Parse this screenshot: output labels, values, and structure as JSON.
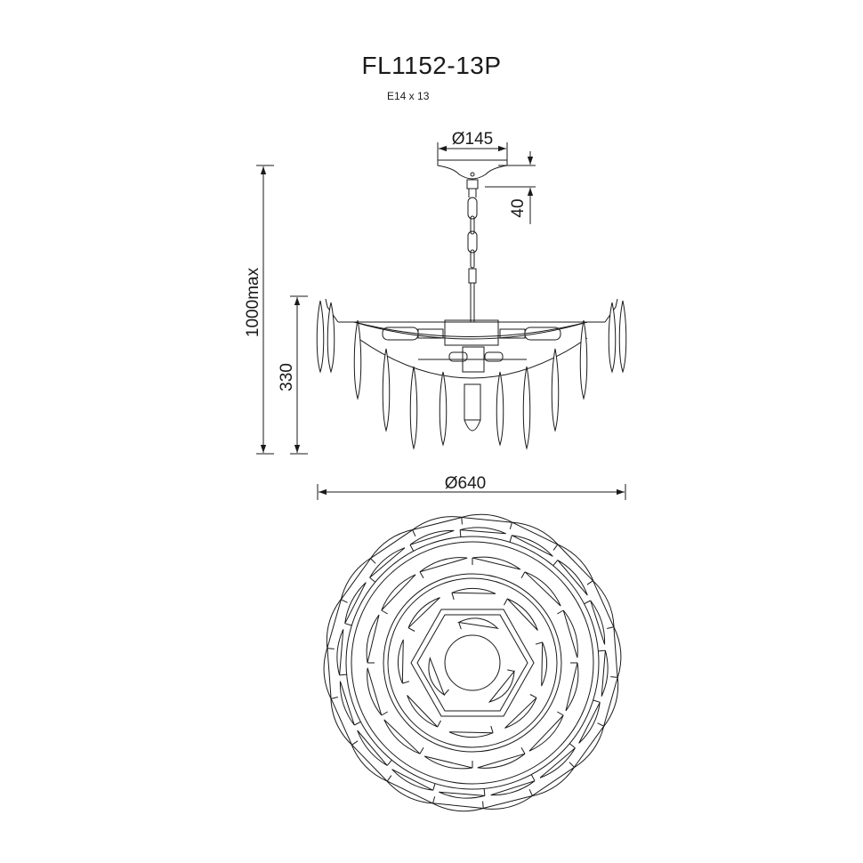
{
  "model": "FL1152-13P",
  "lamp_spec": "E14 x 13",
  "dimensions": {
    "canopy_diameter": "Ø145",
    "canopy_height": "40",
    "max_height": "1000max",
    "body_height": "330",
    "overall_diameter": "Ø640"
  },
  "colors": {
    "line": "#1a1a1a"
  }
}
